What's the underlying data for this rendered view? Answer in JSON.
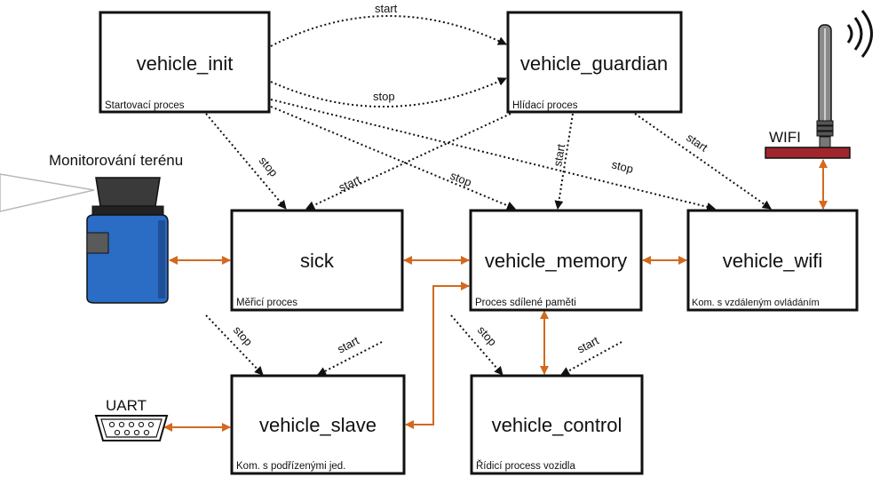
{
  "colors": {
    "box_border": "#111111",
    "data_link": "#d2691e",
    "control_link": "#111111",
    "sensor_body": "#2b6cc4",
    "sensor_head": "#333333",
    "wifi_base": "#a0262c"
  },
  "processes": {
    "vehicle_init": {
      "title": "vehicle_init",
      "subtitle": "Startovací proces"
    },
    "vehicle_guardian": {
      "title": "vehicle_guardian",
      "subtitle": "Hlídací proces"
    },
    "sick": {
      "title": "sick",
      "subtitle": "Měřicí proces"
    },
    "vehicle_memory": {
      "title": "vehicle_memory",
      "subtitle": "Proces sdílené paměti"
    },
    "vehicle_wifi": {
      "title": "vehicle_wifi",
      "subtitle": "Kom. s vzdáleným ovládáním"
    },
    "vehicle_slave": {
      "title": "vehicle_slave",
      "subtitle": "Kom. s podřízenými jed."
    },
    "vehicle_control": {
      "title": "vehicle_control",
      "subtitle": "Řídicí process vozidla"
    }
  },
  "external": {
    "terrain_sensor": "Monitorování terénu",
    "uart": "UART",
    "wifi": "WIFI"
  },
  "control_edges": [
    {
      "from": "vehicle_init",
      "to": "vehicle_guardian",
      "label": "start"
    },
    {
      "from": "vehicle_init",
      "to": "vehicle_guardian",
      "label": "stop"
    },
    {
      "from": "vehicle_init",
      "to": "sick",
      "label": "stop"
    },
    {
      "from": "vehicle_guardian",
      "to": "sick",
      "label": "start"
    },
    {
      "from": "vehicle_init",
      "to": "vehicle_memory",
      "label": "stop"
    },
    {
      "from": "vehicle_guardian",
      "to": "vehicle_memory",
      "label": "start"
    },
    {
      "from": "vehicle_init",
      "to": "vehicle_wifi",
      "label": "stop"
    },
    {
      "from": "vehicle_guardian",
      "to": "vehicle_wifi",
      "label": "start"
    },
    {
      "from": "vehicle_init",
      "to": "vehicle_slave",
      "label": "stop"
    },
    {
      "from": "vehicle_guardian",
      "to": "vehicle_slave",
      "label": "start"
    },
    {
      "from": "vehicle_init",
      "to": "vehicle_control",
      "label": "stop"
    },
    {
      "from": "vehicle_guardian",
      "to": "vehicle_control",
      "label": "start"
    }
  ],
  "data_links": [
    {
      "a": "terrain_sensor",
      "b": "sick"
    },
    {
      "a": "sick",
      "b": "vehicle_memory"
    },
    {
      "a": "vehicle_memory",
      "b": "vehicle_wifi"
    },
    {
      "a": "vehicle_wifi",
      "b": "wifi"
    },
    {
      "a": "vehicle_memory",
      "b": "vehicle_control"
    },
    {
      "a": "vehicle_memory",
      "b": "vehicle_slave"
    },
    {
      "a": "uart",
      "b": "vehicle_slave"
    }
  ]
}
